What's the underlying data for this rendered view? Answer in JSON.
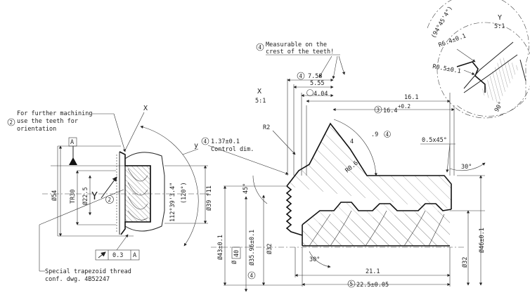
{
  "notes": {
    "measurable_line1": "Measurable on the",
    "measurable_line2": "crest of the teeth!",
    "machining_line1": "For further machining",
    "machining_line2": "use the teeth for",
    "machining_line3": "orientation",
    "control_dim": "Control dim.",
    "special_thread_line1": "Special trapezoid thread",
    "special_thread_line2": "conf. dwg. 4B52247"
  },
  "balloons": [
    "4",
    "4",
    "3",
    "4",
    "4",
    "4",
    "5",
    "2"
  ],
  "views": {
    "detail_x_label": "X",
    "detail_x_scale": "5:1",
    "detail_y_label": "Y",
    "detail_y_scale": "5:1",
    "view_arrow_label": "Y",
    "datum_label": "A",
    "x_marker": "X",
    "y_marker": "y"
  },
  "dims": {
    "d758": "7.58",
    "d555": "5.55",
    "d404": "4.04",
    "d161": "16.1",
    "d164": "16.4",
    "d164_tol": "+0.2",
    "d137": "1.37±0.1",
    "r2": "R2",
    "d05x45": "0.5x45°",
    "d4": "4",
    "d09": ".9",
    "r06": "R0.6",
    "ang30a": "30°",
    "ang45": "45°",
    "ang30b": "30°",
    "d_phi54": "Ø54",
    "tr30": "TR30",
    "d_phi225": "Ø22.5",
    "d_phi39": "Ø39 f11",
    "ang112": "112°39'3.4\"",
    "ang120": "(120°)",
    "d_phi43": "Ø43±0.1",
    "d_phi40": "Ø",
    "d_phi40_box": "40",
    "d_phi3596": "Ø35.96±0.1",
    "d_phi32a": "Ø32",
    "d_phi32b": "Ø32",
    "d_phi46": "Ø46±0.1",
    "d211": "21.1",
    "d225": "22.5±0.05",
    "runout_val": "0.3",
    "runout_datum": "A",
    "r6": "R6.4±0.1",
    "r05": "R0.5±0.1",
    "ang_detail": "(94°45'4\")",
    "ang90": "90°"
  }
}
